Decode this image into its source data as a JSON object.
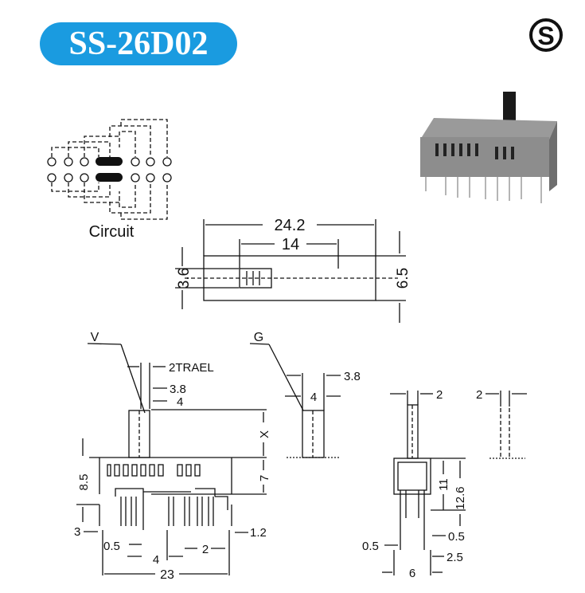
{
  "title": "SS-26D02",
  "logo": {
    "letter": "S"
  },
  "circuit": {
    "label": "Circuit"
  },
  "top_view": {
    "width": "24.2",
    "travel": "14",
    "slot": "3.6",
    "depth": "6.5"
  },
  "front_view": {
    "lever_type_v": "V",
    "travel_label": "2TRAEL",
    "lever_inner": "3.8",
    "lever_outer": "4",
    "lever_height": "X",
    "body_height": "8.5",
    "body_top": "7",
    "pin_length": "3",
    "pin_width": "0.5",
    "pin_pitch": "4",
    "pin_spacing": "2",
    "mount_pin": "1.2",
    "overall_length": "23"
  },
  "lever_g": {
    "label": "G",
    "inner": "4",
    "outer": "3.8"
  },
  "side_view": {
    "lever_width": "2",
    "height_inner": "11",
    "height_outer": "12.6",
    "pin_a": "0.5",
    "pin_b": "0.5",
    "pin_offset": "2.5",
    "width": "6"
  },
  "alt_lever": {
    "width": "2"
  }
}
